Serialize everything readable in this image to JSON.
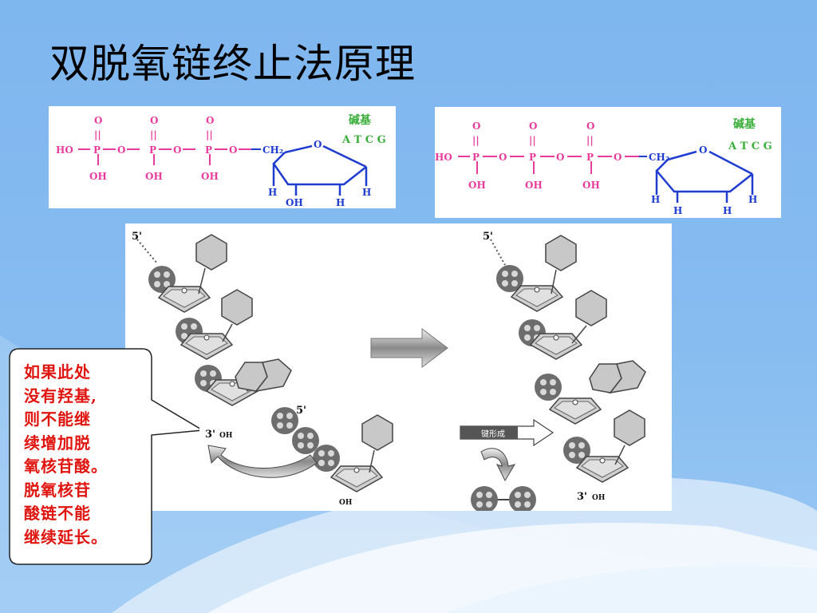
{
  "title": "双脱氧链终止法原理",
  "left_structure": {
    "oxygen_top": [
      "O",
      "O",
      "O"
    ],
    "double_bond": [
      "||",
      "||",
      "||"
    ],
    "ho": "HO",
    "phosphorus": [
      "P",
      "P",
      "P"
    ],
    "bridge_o": [
      "O",
      "O",
      "O"
    ],
    "oh_bottom": [
      "OH",
      "OH",
      "OH"
    ],
    "ch2": "CH₂",
    "ring_o": "O",
    "base_label": "碱基",
    "bases": "A T C G",
    "h_left": "H",
    "h_right": "H",
    "c3_sub": "OH",
    "c2_sub": "H"
  },
  "right_structure": {
    "oxygen_top": [
      "O",
      "O",
      "O"
    ],
    "double_bond": [
      "||",
      "||",
      "||"
    ],
    "ho": "HO",
    "phosphorus": [
      "P",
      "P",
      "P"
    ],
    "bridge_o": [
      "O",
      "O",
      "O"
    ],
    "oh_bottom": [
      "OH",
      "OH",
      "OH"
    ],
    "ch2": "CH₂",
    "ring_o": "O",
    "base_label": "碱基",
    "bases": "A T C G",
    "h_left": "H",
    "h_right": "H",
    "c3_sub": "H",
    "c2_sub": "H"
  },
  "chain_diagram": {
    "left_5prime": "5'",
    "left_3prime": "3'",
    "left_oh": "OH",
    "incoming_5prime": "5'",
    "incoming_oh": "OH",
    "right_5prime": "5'",
    "right_3prime": "3'",
    "right_oh": "OH",
    "arrow_label": "键形成"
  },
  "callout": {
    "lines": [
      "如果此处",
      "没有羟基,",
      "则不能继",
      "续增加脱",
      "氧核苷酸。",
      "脱氧核苷",
      "酸链不能",
      "继续延长。"
    ]
  },
  "colors": {
    "phosphate": "#e83c9c",
    "sugar": "#1f3cd0",
    "base": "#3cae3c",
    "callout_text": "#e0140e"
  }
}
